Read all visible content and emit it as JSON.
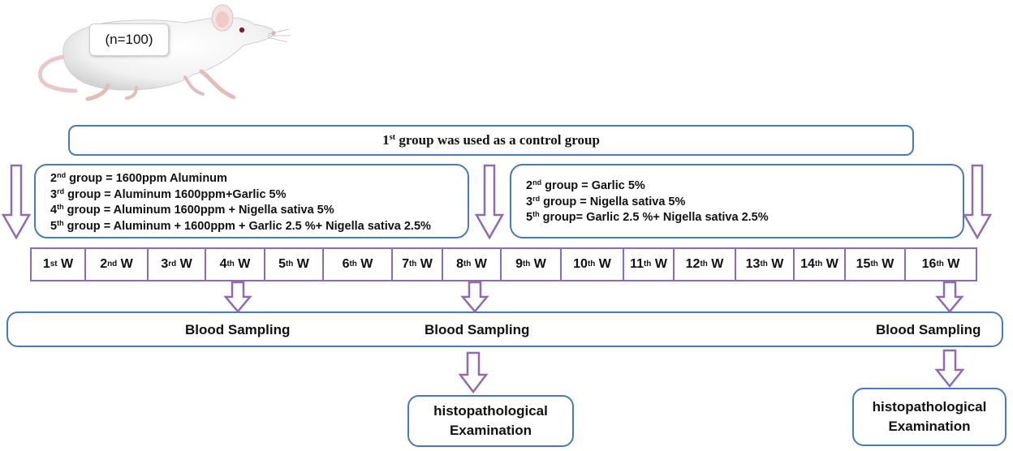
{
  "sample": {
    "label": "(n=100)"
  },
  "control": {
    "pre": "1",
    "sup": "st",
    "text": " group was used as a control group"
  },
  "left_groups": [
    {
      "pre": "2",
      "sup": "nd",
      "text": " group = 1600ppm Aluminum"
    },
    {
      "pre": "3",
      "sup": "rd",
      "text": " group = Aluminum 1600ppm+Garlic 5%"
    },
    {
      "pre": "4",
      "sup": "th",
      "text": " group = Aluminum 1600ppm + Nigella sativa 5%"
    },
    {
      "pre": "5",
      "sup": "th",
      "text": " group = Aluminum + 1600ppm + Garlic 2.5 %+ Nigella sativa 2.5%"
    }
  ],
  "right_groups": [
    {
      "pre": "2",
      "sup": "nd",
      "text": " group =  Garlic 5%"
    },
    {
      "pre": "3",
      "sup": "rd",
      "text": " group =  Nigella sativa 5%"
    },
    {
      "pre": "5",
      "sup": "th",
      "text": " group= Garlic 2.5 %+ Nigella sativa 2.5%"
    }
  ],
  "weeks": [
    {
      "num": "1",
      "sup": "st",
      "w": "W"
    },
    {
      "num": "2",
      "sup": "nd",
      "w": "W"
    },
    {
      "num": "3",
      "sup": "rd",
      "w": "W"
    },
    {
      "num": "4",
      "sup": "th",
      "w": "W"
    },
    {
      "num": "5",
      "sup": "th",
      "w": "W"
    },
    {
      "num": "6",
      "sup": "th",
      "w": "W"
    },
    {
      "num": "7",
      "sup": "th",
      "w": "W"
    },
    {
      "num": "8",
      "sup": "th",
      "w": "W"
    },
    {
      "num": "9",
      "sup": "th",
      "w": "W"
    },
    {
      "num": "10",
      "sup": "th",
      "w": "W"
    },
    {
      "num": "11",
      "sup": "th",
      "w": "W"
    },
    {
      "num": "12",
      "sup": "th",
      "w": "W"
    },
    {
      "num": "13",
      "sup": "th",
      "w": "W"
    },
    {
      "num": "14",
      "sup": "th",
      "w": "W"
    },
    {
      "num": "15",
      "sup": "th",
      "w": "W"
    },
    {
      "num": "16",
      "sup": "th",
      "w": "W"
    }
  ],
  "sampling": {
    "label_1": "Blood Sampling",
    "label_2": "Blood Sampling",
    "label_3": "Blood Sampling"
  },
  "histo_1": {
    "line1": "histopathological",
    "line2": "Examination"
  },
  "histo_2": {
    "line1": "histopathological",
    "line2": "Examination"
  },
  "colors": {
    "box_border": "#4a7ab5",
    "arrow": "#8e6bb3"
  },
  "icons": {
    "animal": "rat-illustration",
    "arrow": "hollow-down-arrow"
  }
}
